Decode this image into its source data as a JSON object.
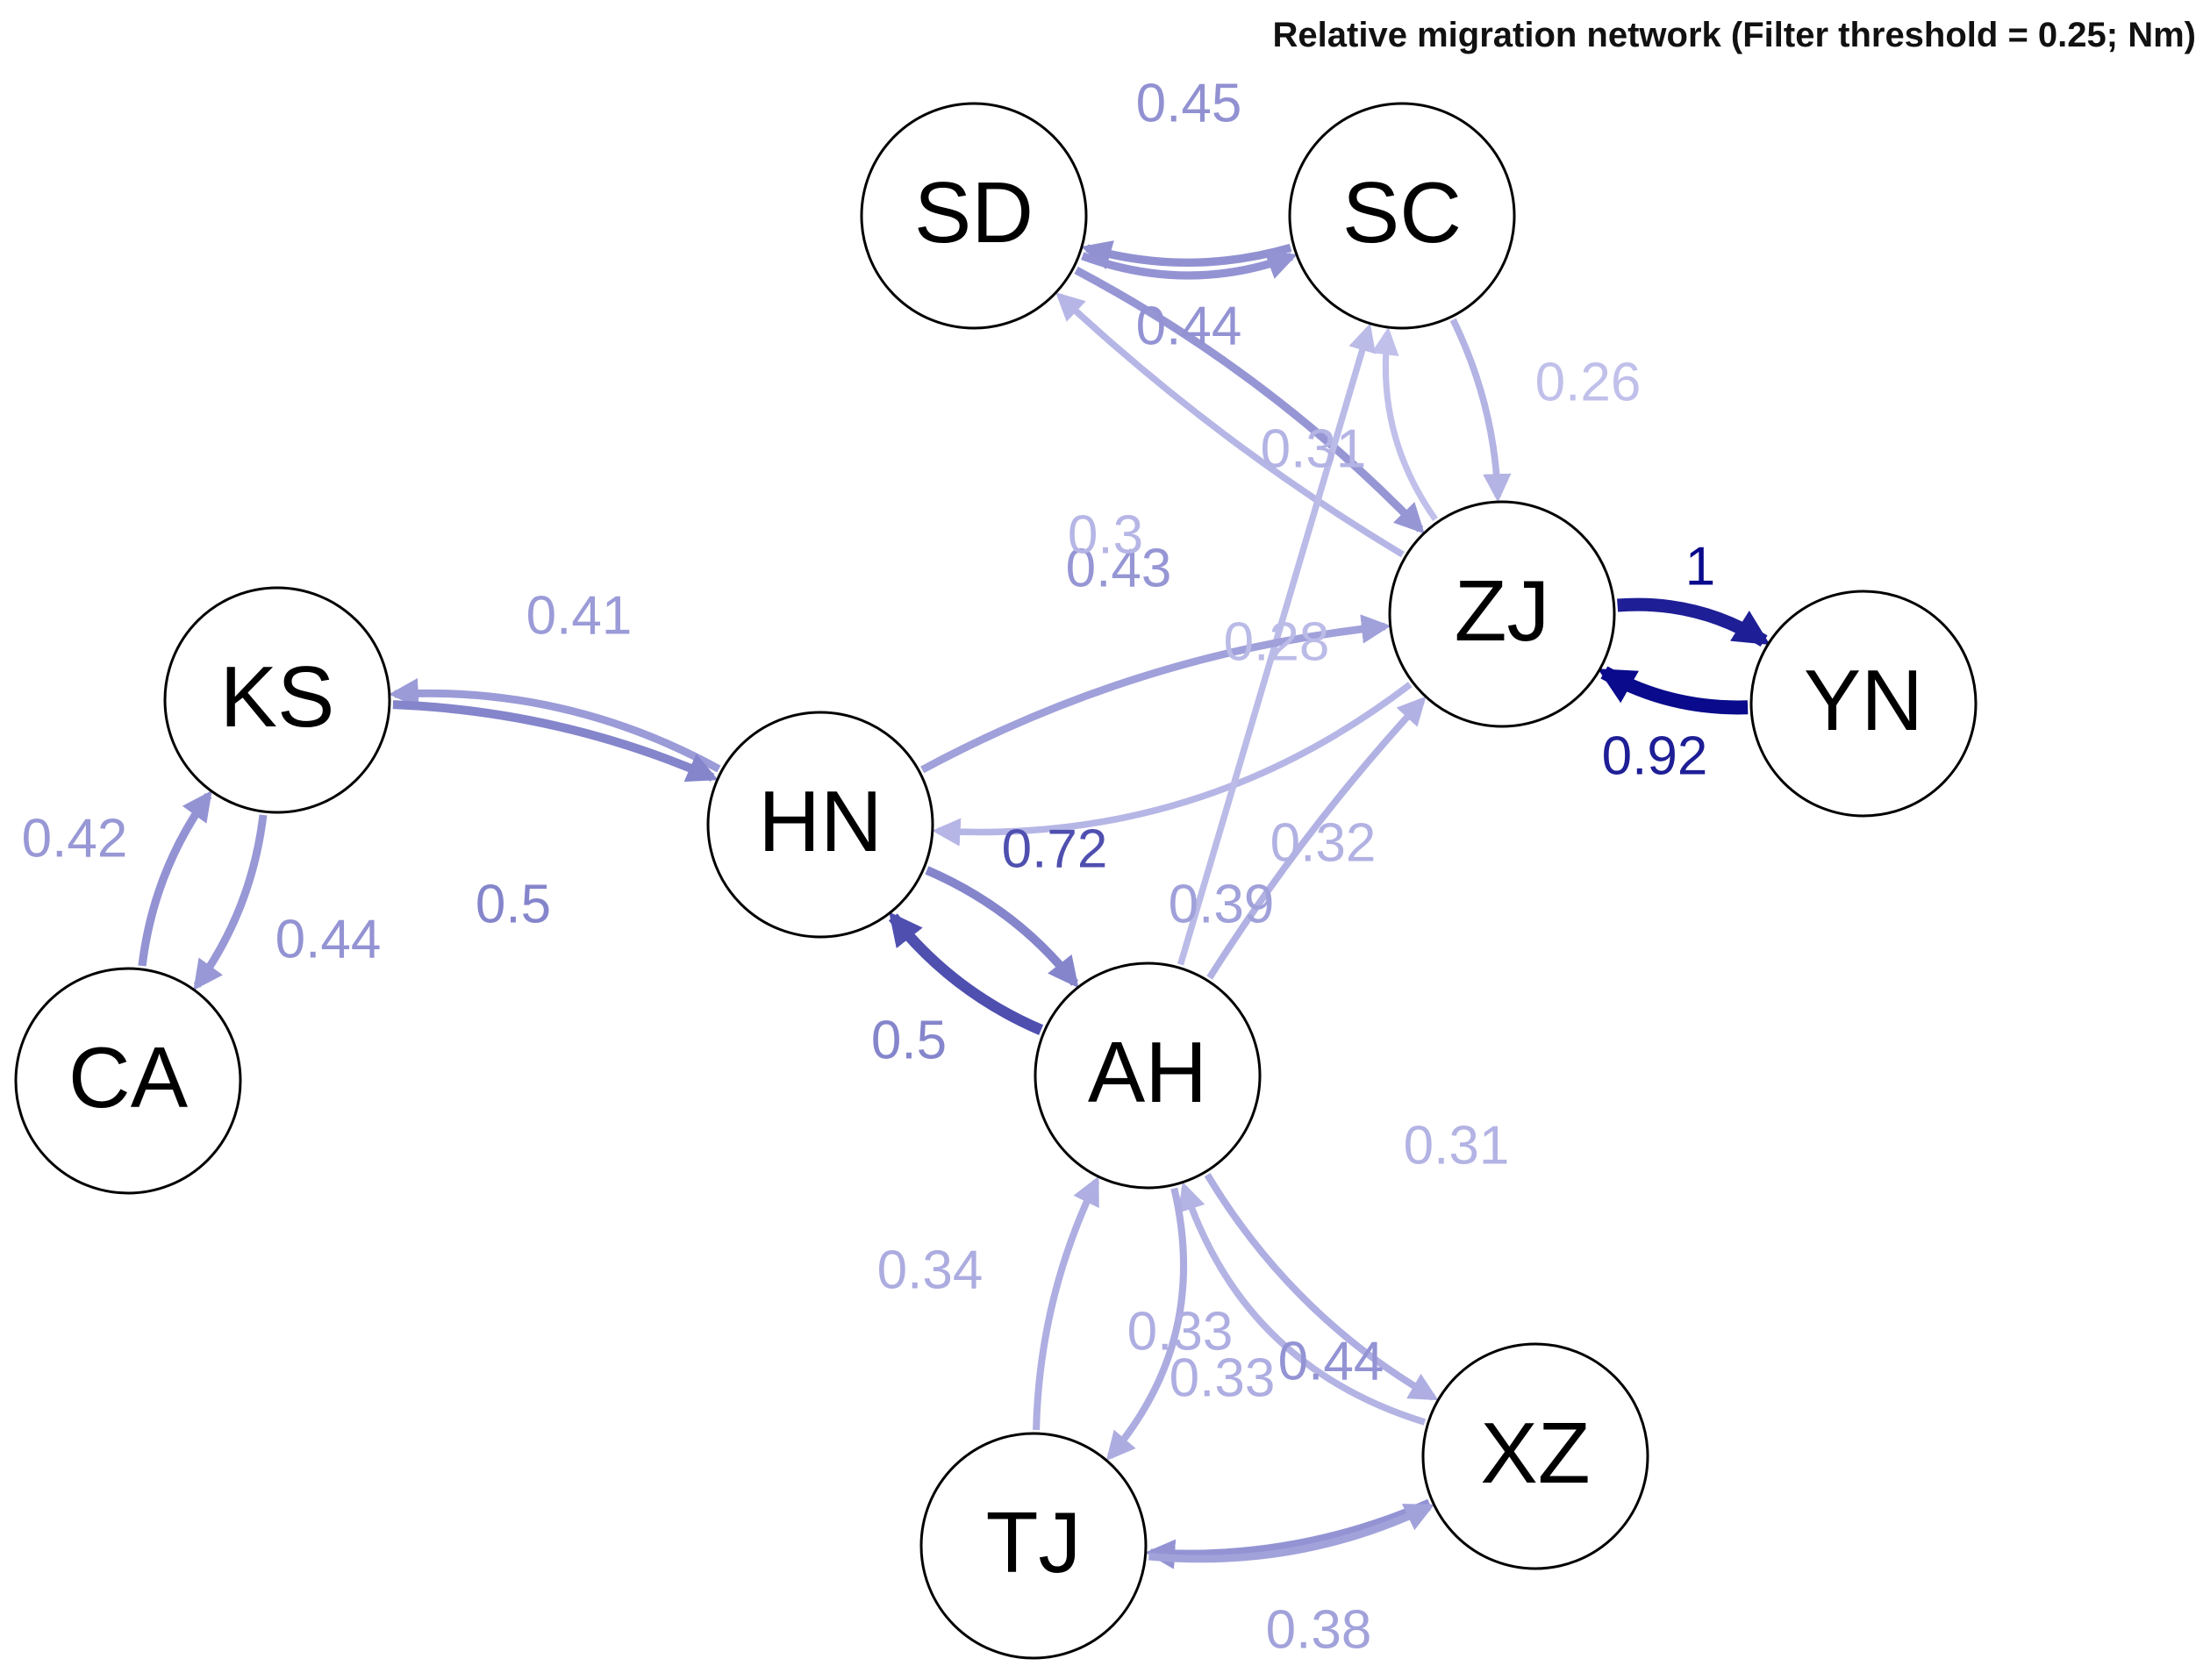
{
  "title": "Relative migration network (Filter threshold = 0.25; Nm)",
  "nodes": [
    {
      "id": "SD",
      "label": "SD"
    },
    {
      "id": "SC",
      "label": "SC"
    },
    {
      "id": "KS",
      "label": "KS"
    },
    {
      "id": "ZJ",
      "label": "ZJ"
    },
    {
      "id": "YN",
      "label": "YN"
    },
    {
      "id": "HN",
      "label": "HN"
    },
    {
      "id": "CA",
      "label": "CA"
    },
    {
      "id": "AH",
      "label": "AH"
    },
    {
      "id": "TJ",
      "label": "TJ"
    },
    {
      "id": "XZ",
      "label": "XZ"
    }
  ],
  "edges": [
    {
      "from": "SC",
      "to": "SD",
      "label": "0.45",
      "value": 0.45
    },
    {
      "from": "SD",
      "to": "SC",
      "label": "0.44",
      "value": 0.44
    },
    {
      "from": "ZJ",
      "to": "SD",
      "label": "",
      "value": 0.3
    },
    {
      "from": "SD",
      "to": "ZJ",
      "label": "0.43",
      "value": 0.43
    },
    {
      "from": "ZJ",
      "to": "SC",
      "label": "0.26",
      "value": 0.26
    },
    {
      "from": "SC",
      "to": "ZJ",
      "label": "0.31",
      "value": 0.31
    },
    {
      "from": "ZJ",
      "to": "HN",
      "label": "0.3",
      "value": 0.3
    },
    {
      "from": "AH",
      "to": "SC",
      "label": "0.28",
      "value": 0.28
    },
    {
      "from": "YN",
      "to": "ZJ",
      "label": "1",
      "value": 1.0
    },
    {
      "from": "ZJ",
      "to": "YN",
      "label": "0.92",
      "value": 0.92
    },
    {
      "from": "HN",
      "to": "KS",
      "label": "0.41",
      "value": 0.41
    },
    {
      "from": "KS",
      "to": "HN",
      "label": "0.5",
      "value": 0.5
    },
    {
      "from": "KS",
      "to": "CA",
      "label": "0.42",
      "value": 0.42
    },
    {
      "from": "CA",
      "to": "KS",
      "label": "0.44",
      "value": 0.44
    },
    {
      "from": "AH",
      "to": "HN",
      "label": "0.72",
      "value": 0.72
    },
    {
      "from": "HN",
      "to": "ZJ",
      "label": "0.39",
      "value": 0.39
    },
    {
      "from": "HN",
      "to": "AH",
      "label": "0.5",
      "value": 0.5
    },
    {
      "from": "AH",
      "to": "ZJ",
      "label": "0.32",
      "value": 0.32
    },
    {
      "from": "XZ",
      "to": "AH",
      "label": "0.31",
      "value": 0.31
    },
    {
      "from": "AH",
      "to": "TJ",
      "label": "0.34",
      "value": 0.34
    },
    {
      "from": "TJ",
      "to": "AH",
      "label": "0.33",
      "value": 0.33
    },
    {
      "from": "AH",
      "to": "XZ",
      "label": "0.33",
      "value": 0.33
    },
    {
      "from": "XZ",
      "to": "TJ",
      "label": "0.44",
      "value": 0.44
    },
    {
      "from": "TJ",
      "to": "XZ",
      "label": "0.38",
      "value": 0.38
    }
  ],
  "colors": {
    "edge_light": "#c2c2ec",
    "edge_dark": "#0a0a8c",
    "node_fill": "#ffffff",
    "node_stroke": "#000000"
  }
}
